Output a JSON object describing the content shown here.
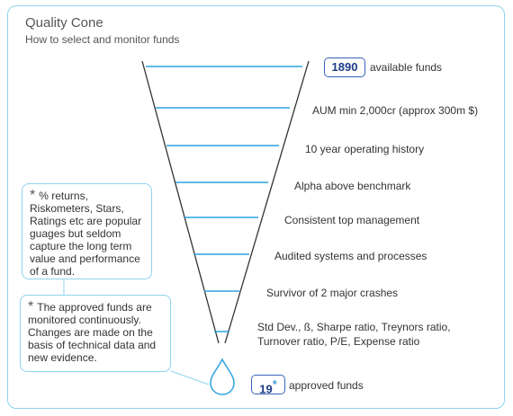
{
  "header": {
    "title": "Quality Cone",
    "subtitle": "How to select and monitor funds"
  },
  "top_badge": {
    "count": "1890",
    "label": "available funds"
  },
  "levels": [
    "AUM min 2,000cr (approx 300m $)",
    "10 year operating history",
    "Alpha above benchmark",
    "Consistent top management",
    "Audited systems and processes",
    "Survivor of 2 major crashes"
  ],
  "ratios": {
    "line1": "Std Dev., ß, Sharpe ratio, Treynors ratio,",
    "line2": "Turnover ratio, P/E, Expense ratio"
  },
  "bottom_badge": {
    "count": "19",
    "star": "*",
    "label": "approved funds"
  },
  "notes": {
    "first": {
      "star": "*",
      "text": "% returns, Riskometers, Stars, Ratings etc are popular guages but seldom capture the long term value and performance of a fund."
    },
    "second": {
      "star": "*",
      "text": "The approved funds are monitored continuously. Changes are made on the basis of technical data and new evidence."
    }
  },
  "colors": {
    "frame": "#8fd3ee",
    "cone_line": "#2fa3e0",
    "badge_border": "#3a62b8",
    "drop": "#2fa3e0"
  },
  "icons": {
    "drop": "water-drop-icon"
  }
}
